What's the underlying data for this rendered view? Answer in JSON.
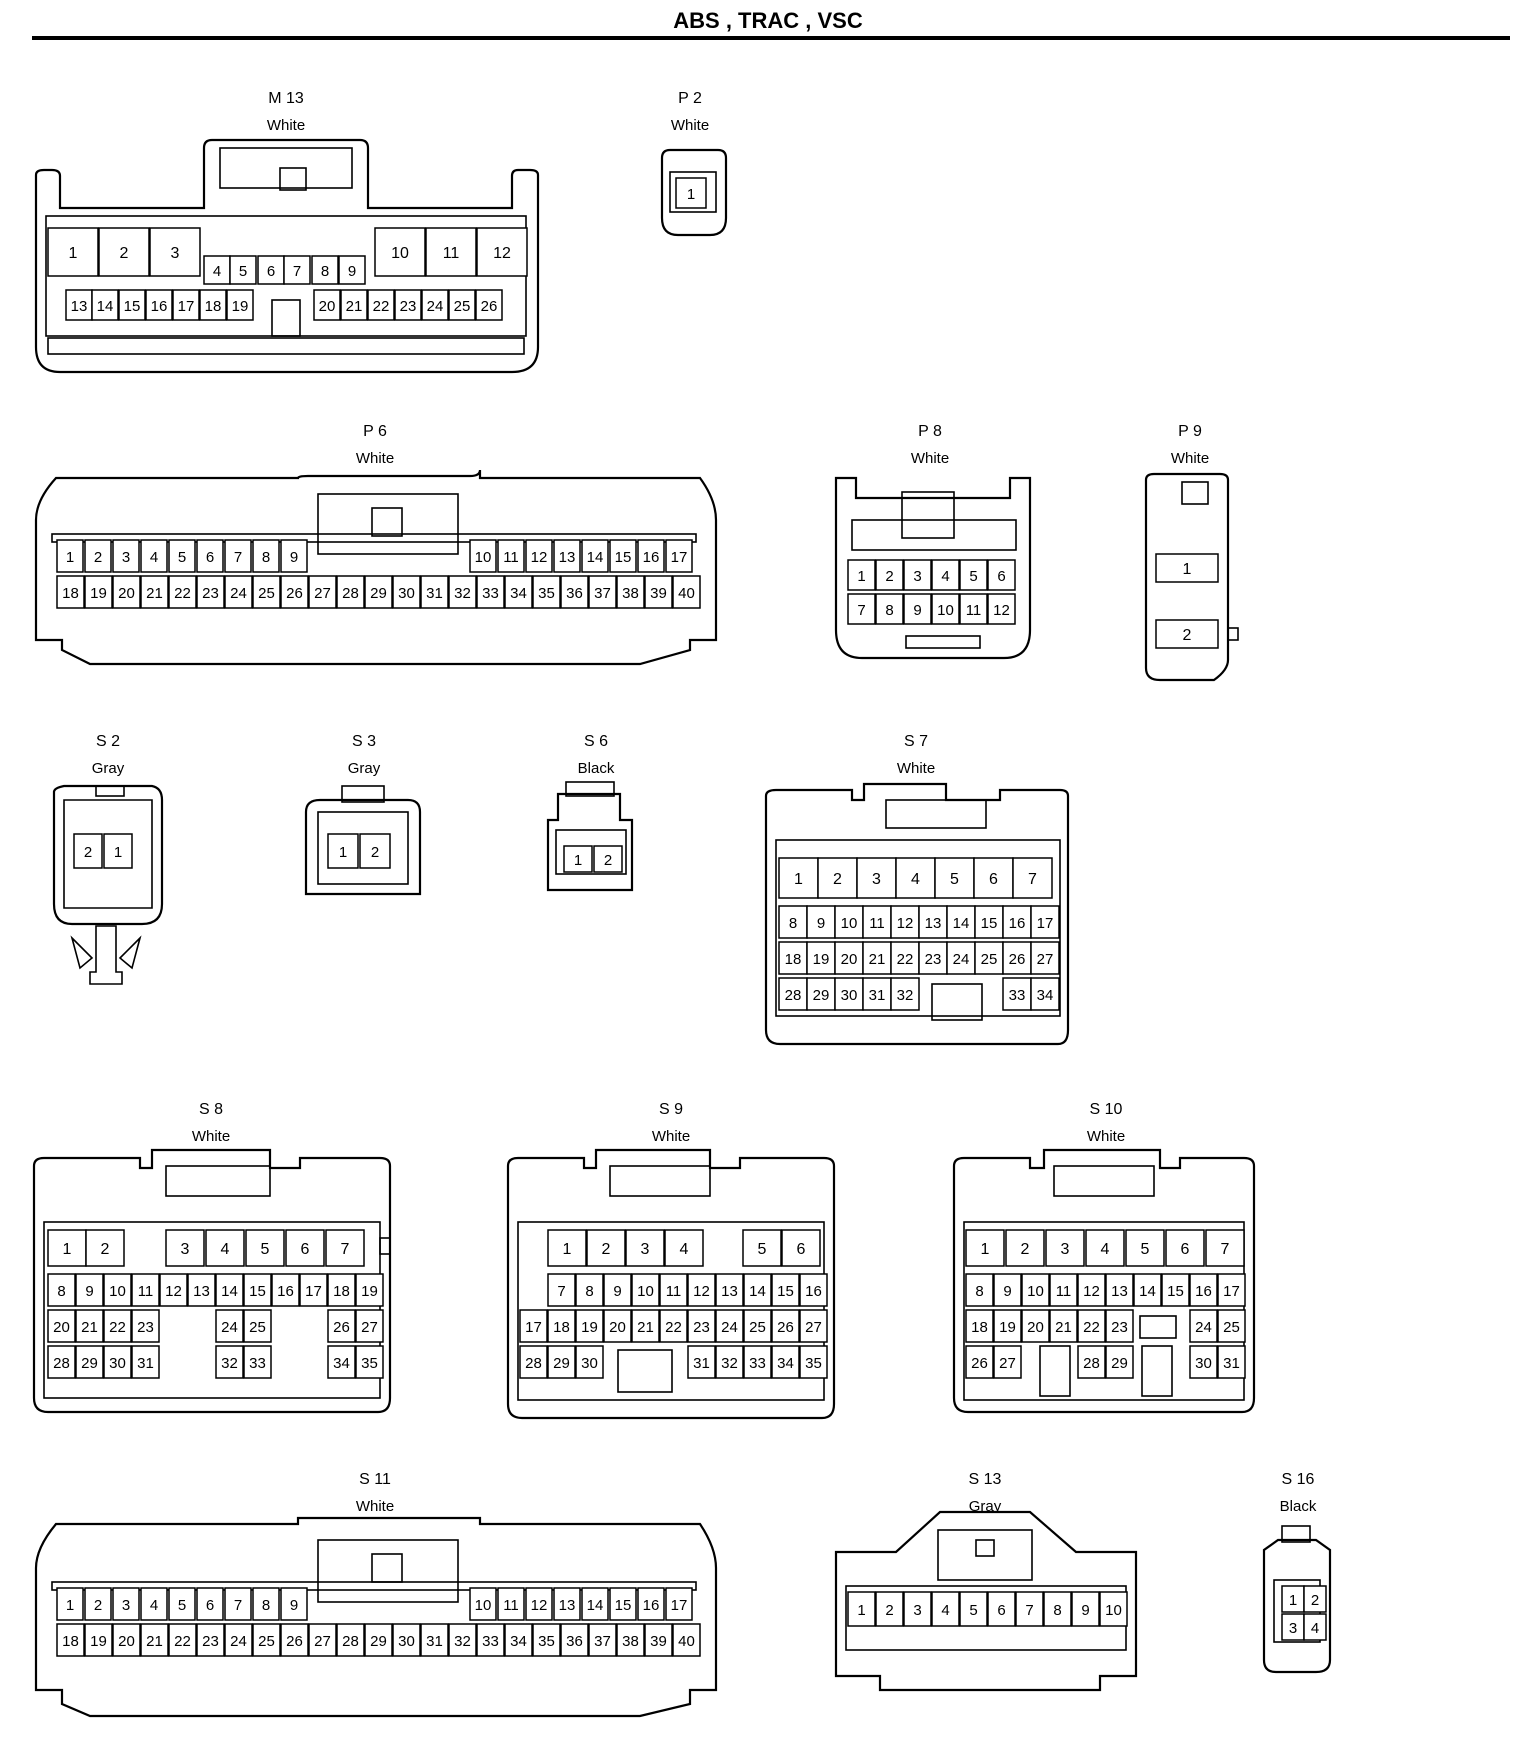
{
  "page": {
    "title": "ABS , TRAC , VSC"
  },
  "connectors": [
    {
      "id": "M 13",
      "color": "White",
      "pins": [
        "1",
        "2",
        "3",
        "4",
        "5",
        "6",
        "7",
        "8",
        "9",
        "10",
        "11",
        "12",
        "13",
        "14",
        "15",
        "16",
        "17",
        "18",
        "19",
        "20",
        "21",
        "22",
        "23",
        "24",
        "25",
        "26"
      ]
    },
    {
      "id": "P 2",
      "color": "White",
      "pins": [
        "1"
      ]
    },
    {
      "id": "P 6",
      "color": "White",
      "pins": [
        "1",
        "2",
        "3",
        "4",
        "5",
        "6",
        "7",
        "8",
        "9",
        "10",
        "11",
        "12",
        "13",
        "14",
        "15",
        "16",
        "17",
        "18",
        "19",
        "20",
        "21",
        "22",
        "23",
        "24",
        "25",
        "26",
        "27",
        "28",
        "29",
        "30",
        "31",
        "32",
        "33",
        "34",
        "35",
        "36",
        "37",
        "38",
        "39",
        "40"
      ]
    },
    {
      "id": "P 8",
      "color": "White",
      "pins": [
        "1",
        "2",
        "3",
        "4",
        "5",
        "6",
        "7",
        "8",
        "9",
        "10",
        "11",
        "12"
      ]
    },
    {
      "id": "P 9",
      "color": "White",
      "pins": [
        "1",
        "2"
      ]
    },
    {
      "id": "S 2",
      "color": "Gray",
      "pins": [
        "2",
        "1"
      ]
    },
    {
      "id": "S 3",
      "color": "Gray",
      "pins": [
        "1",
        "2"
      ]
    },
    {
      "id": "S 6",
      "color": "Black",
      "pins": [
        "1",
        "2"
      ]
    },
    {
      "id": "S 7",
      "color": "White",
      "pins": [
        "1",
        "2",
        "3",
        "4",
        "5",
        "6",
        "7",
        "8",
        "9",
        "10",
        "11",
        "12",
        "13",
        "14",
        "15",
        "16",
        "17",
        "18",
        "19",
        "20",
        "21",
        "22",
        "23",
        "24",
        "25",
        "26",
        "27",
        "28",
        "29",
        "30",
        "31",
        "32",
        "33",
        "34"
      ]
    },
    {
      "id": "S 8",
      "color": "White",
      "pins": [
        "1",
        "2",
        "3",
        "4",
        "5",
        "6",
        "7",
        "8",
        "9",
        "10",
        "11",
        "12",
        "13",
        "14",
        "15",
        "16",
        "17",
        "18",
        "19",
        "20",
        "21",
        "22",
        "23",
        "24",
        "25",
        "26",
        "27",
        "28",
        "29",
        "30",
        "31",
        "32",
        "33",
        "34",
        "35"
      ]
    },
    {
      "id": "S 9",
      "color": "White",
      "pins": [
        "1",
        "2",
        "3",
        "4",
        "5",
        "6",
        "7",
        "8",
        "9",
        "10",
        "11",
        "12",
        "13",
        "14",
        "15",
        "16",
        "17",
        "18",
        "19",
        "20",
        "21",
        "22",
        "23",
        "24",
        "25",
        "26",
        "27",
        "28",
        "29",
        "30",
        "31",
        "32",
        "33",
        "34",
        "35"
      ]
    },
    {
      "id": "S 10",
      "color": "White",
      "pins": [
        "1",
        "2",
        "3",
        "4",
        "5",
        "6",
        "7",
        "8",
        "9",
        "10",
        "11",
        "12",
        "13",
        "14",
        "15",
        "16",
        "17",
        "18",
        "19",
        "20",
        "21",
        "22",
        "23",
        "24",
        "25",
        "26",
        "27",
        "28",
        "29",
        "30",
        "31"
      ]
    },
    {
      "id": "S 11",
      "color": "White",
      "pins": [
        "1",
        "2",
        "3",
        "4",
        "5",
        "6",
        "7",
        "8",
        "9",
        "10",
        "11",
        "12",
        "13",
        "14",
        "15",
        "16",
        "17",
        "18",
        "19",
        "20",
        "21",
        "22",
        "23",
        "24",
        "25",
        "26",
        "27",
        "28",
        "29",
        "30",
        "31",
        "32",
        "33",
        "34",
        "35",
        "36",
        "37",
        "38",
        "39",
        "40"
      ]
    },
    {
      "id": "S 13",
      "color": "Gray",
      "pins": [
        "1",
        "2",
        "3",
        "4",
        "5",
        "6",
        "7",
        "8",
        "9",
        "10"
      ]
    },
    {
      "id": "S 16",
      "color": "Black",
      "pins": [
        "1",
        "2",
        "3",
        "4"
      ]
    }
  ]
}
